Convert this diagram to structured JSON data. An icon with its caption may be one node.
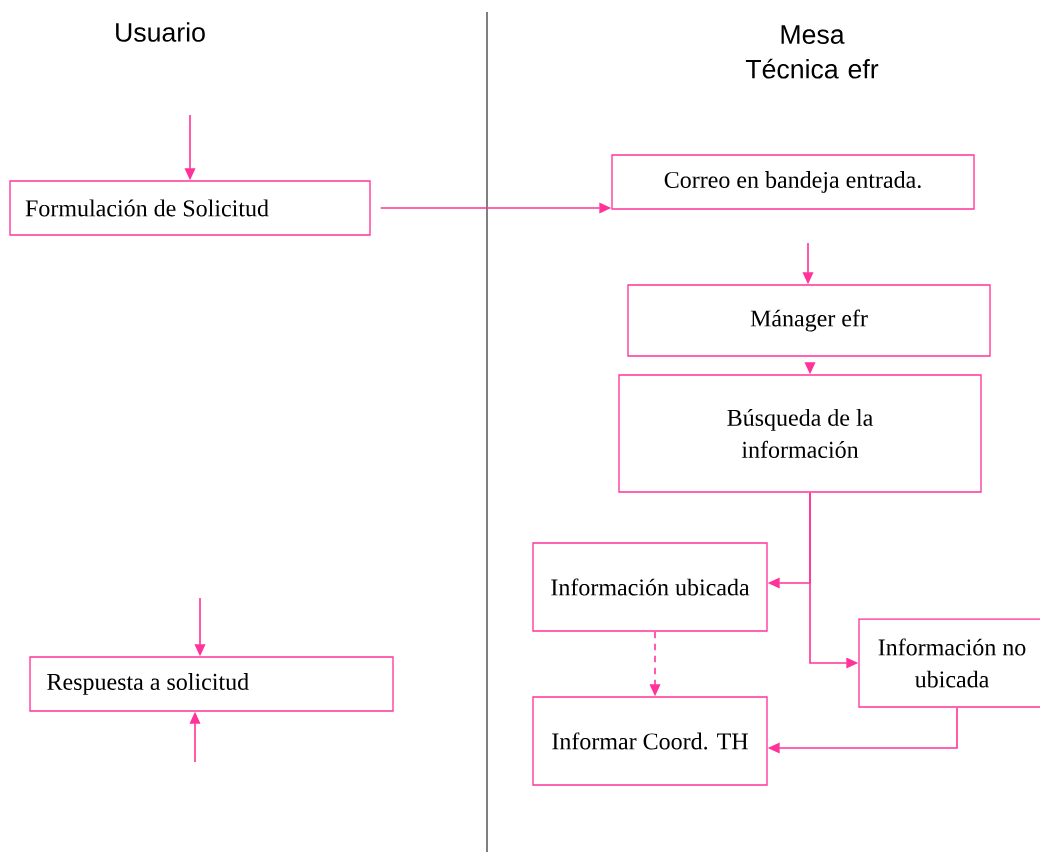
{
  "diagram": {
    "nodes": [
      {
        "text": [
          "Formulación de Solicitud"
        ]
      },
      {
        "text": [
          "Correo en bandeja entrada."
        ]
      },
      {
        "text": [
          "Mánager efr"
        ]
      },
      {
        "text": [
          "Búsqueda de la información"
        ]
      },
      {
        "text": [
          "Información ubicada"
        ]
      },
      {
        "text": [
          "Información no ubicada"
        ]
      },
      {
        "text": [
          "Informar Coord. TH"
        ]
      },
      {
        "text": [
          "Respuesta a solicitud"
        ]
      }
    ],
    "edges": [
      {
        "from": null,
        "to": 0,
        "arrow": "to"
      },
      {
        "from": 0,
        "to": 1,
        "arrow": "to"
      },
      {
        "from": null,
        "to": 2,
        "arrow": "to"
      },
      {
        "from": null,
        "to": 3,
        "arrow": "to"
      },
      {
        "from": 3,
        "to": 4,
        "arrow": "to"
      },
      {
        "from": 3,
        "to": 5,
        "arrow": "to"
      },
      {
        "from": 4,
        "to": 6,
        "arrow": "to",
        "style": "dashed"
      },
      {
        "from": 5,
        "to": 6,
        "arrow": "to"
      },
      {
        "from": null,
        "to": 7,
        "arrow": "to"
      },
      {
        "from": null,
        "to": 7,
        "arrow": "to"
      }
    ],
    "labels": [
      "Usuario",
      "Mesa Técnica efr"
    ]
  }
}
